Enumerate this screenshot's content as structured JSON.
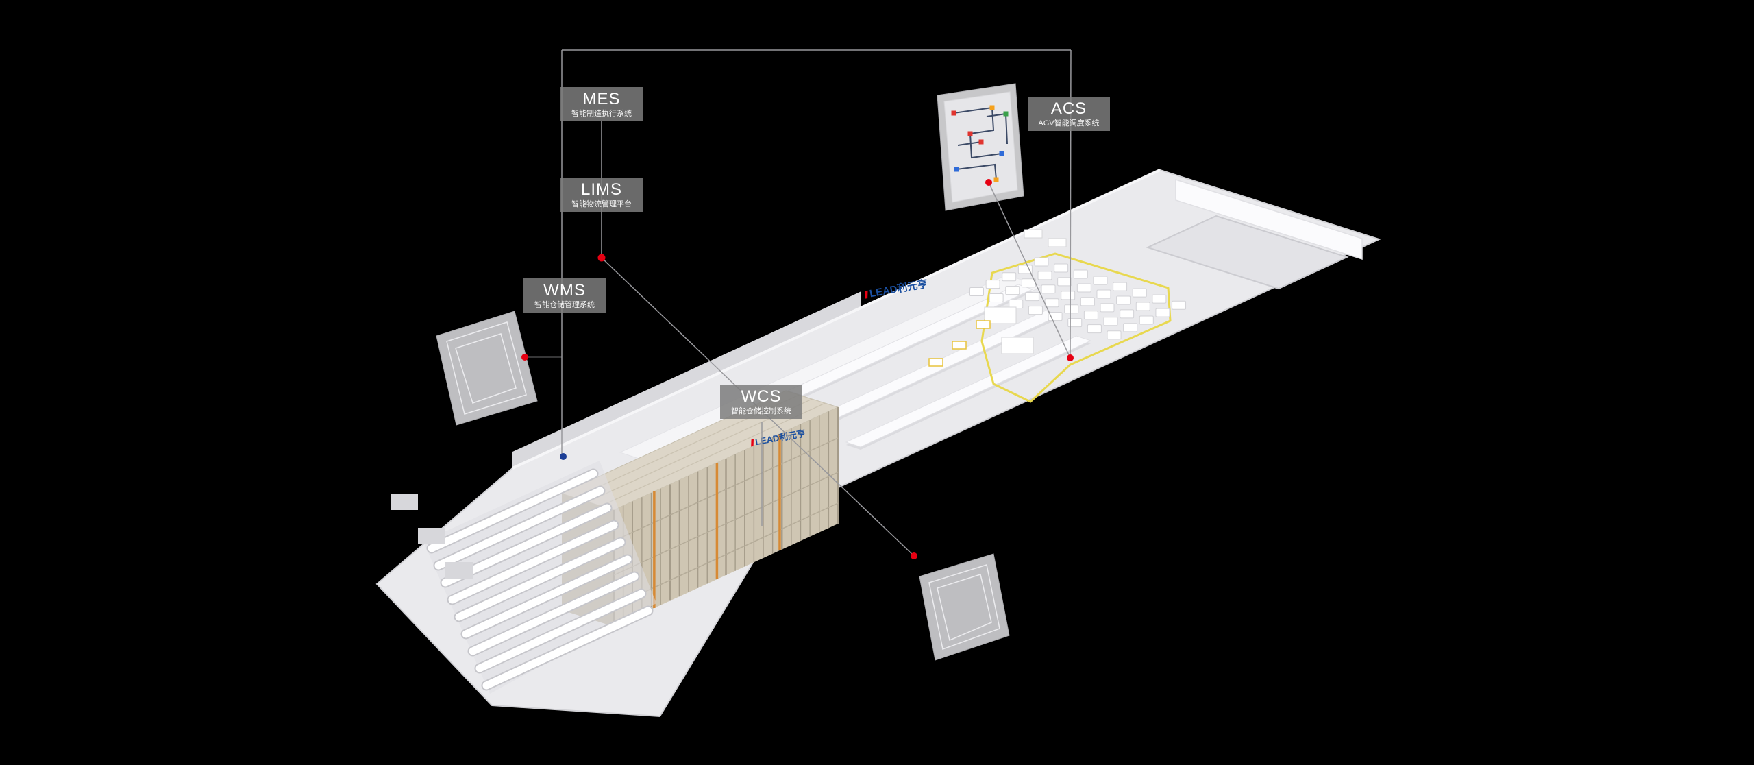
{
  "colors": {
    "background": "#000000",
    "accent_red": "#e60012",
    "agv_path_yellow": "#e8d84f",
    "floor_gray": "#eaeaed",
    "connector_gray": "#98989c",
    "label_bg": "rgba(125,125,125,0.85)",
    "logo_blue": "#1a4fa0"
  },
  "labels": {
    "mes": {
      "title": "MES",
      "subtitle": "智能制造执行系统"
    },
    "lims": {
      "title": "LIMS",
      "subtitle": "智能物流管理平台"
    },
    "wms": {
      "title": "WMS",
      "subtitle": "智能仓储管理系统"
    },
    "wcs": {
      "title": "WCS",
      "subtitle": "智能仓储控制系统"
    },
    "acs": {
      "title": "ACS",
      "subtitle": "AGV智能调度系统"
    }
  },
  "floor_logos": [
    {
      "text": "LEAD利元亨"
    },
    {
      "text": "LEAD利元亨"
    }
  ]
}
